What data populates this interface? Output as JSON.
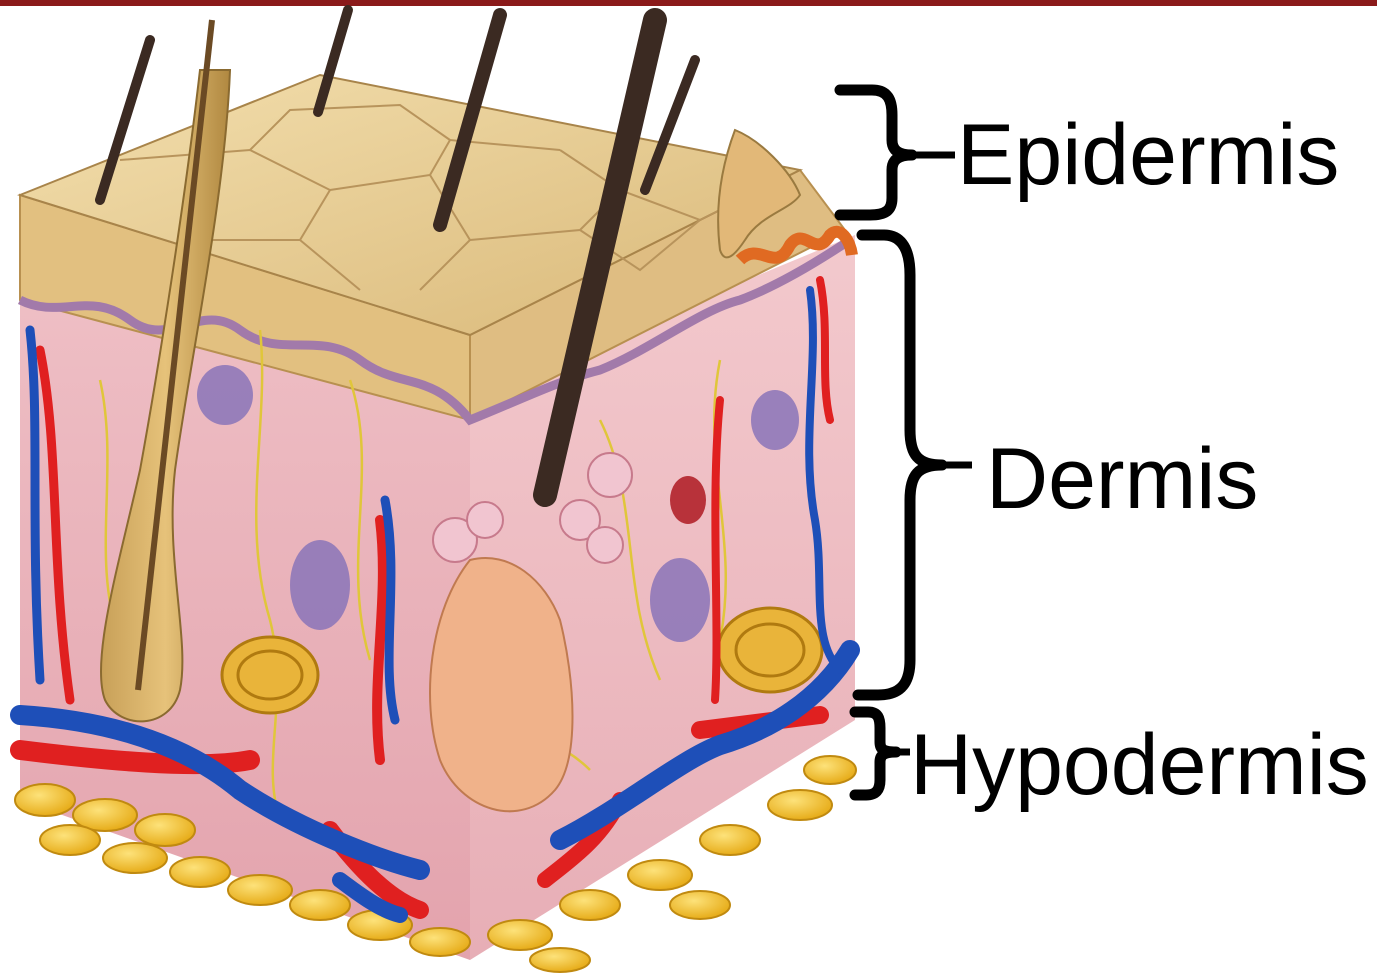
{
  "labels": {
    "epidermis": "Epidermis",
    "dermis": "Dermis",
    "hypodermis": "Hypodermis"
  },
  "colors": {
    "top_bar": "#8b1a1a",
    "epidermis_surface": "#ecd39a",
    "dermis": "#eab3bd",
    "hypodermis_fat": "#f2c12e",
    "artery": "#e02020",
    "vein": "#1e4fb8",
    "nerve": "#e8d040",
    "hair": "#3b2a22",
    "bracket": "#000000"
  }
}
